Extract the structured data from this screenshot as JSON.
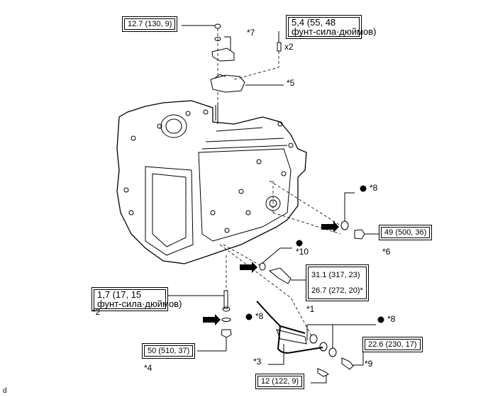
{
  "torque_specs": {
    "t1": "12.7 (130, 9)",
    "t2_line1": "5,4 (55, 48",
    "t2_line2": "фунт-сила·дюймов)",
    "t3": "49 (500, 36)",
    "t4_line1": "31.1 (317, 23)",
    "t4_line2": "26.7 (272, 20)*",
    "t5_line1": "1,7 (17, 15",
    "t5_line2": "фунт-сила·дюймов)",
    "t6": "50 (510, 37)",
    "t7": "22.6 (230, 17)",
    "t8": "12 (122, 9)"
  },
  "callouts": {
    "c7": "*7",
    "c5": "*5",
    "x2": "x2",
    "c8a": "*8",
    "c6": "*6",
    "c10": "*10",
    "c1": "*1",
    "c2": "*2",
    "c8b": "*8",
    "c8c": "*8",
    "c4": "*4",
    "c3": "*3",
    "c9": "*9"
  },
  "corner_code": "d"
}
